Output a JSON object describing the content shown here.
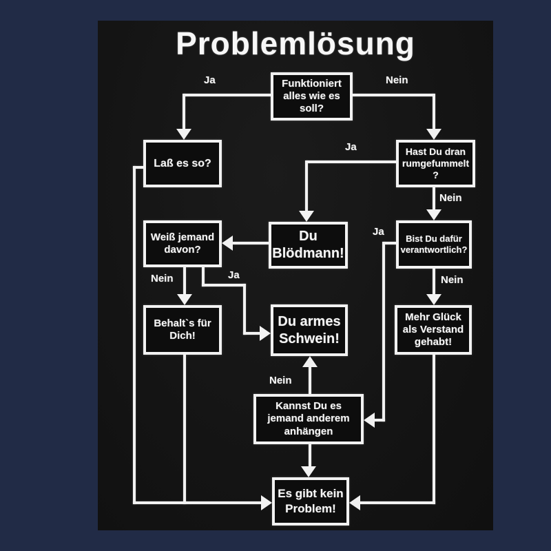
{
  "title": "Problemlösung",
  "colors": {
    "shirt_navy": "#212b46",
    "print_black": "#141414",
    "ink_white": "#f2f2f2"
  },
  "chart_type": "flowchart",
  "nodes": {
    "funktioniert": {
      "text": "Funktioniert\nalles wie es\nsoll?"
    },
    "lass": {
      "text": "Laß es so?"
    },
    "hast": {
      "text": "Hast Du dran\nrumgefummelt\n?"
    },
    "weiss": {
      "text": "Weiß jemand\ndavon?"
    },
    "bloedmann": {
      "text": "Du\nBlödmann!"
    },
    "bist": {
      "text": "Bist Du dafür\nverantwortlich?"
    },
    "behalt": {
      "text": "Behalt`s für\nDich!"
    },
    "schwein": {
      "text": "Du armes\nSchwein!"
    },
    "glueck": {
      "text": "Mehr Glück\nals Verstand\ngehabt!"
    },
    "kannst": {
      "text": "Kannst Du es\njemand anderem\nanhängen"
    },
    "problem": {
      "text": "Es gibt kein\nProblem!"
    }
  },
  "edge_labels": {
    "ja_top": "Ja",
    "nein_top": "Nein",
    "ja_hast": "Ja",
    "nein_hast": "Nein",
    "ja_bist": "Ja",
    "nein_weiss": "Nein",
    "ja_weiss": "Ja",
    "nein_bist": "Nein",
    "nein_kannst": "Nein"
  }
}
